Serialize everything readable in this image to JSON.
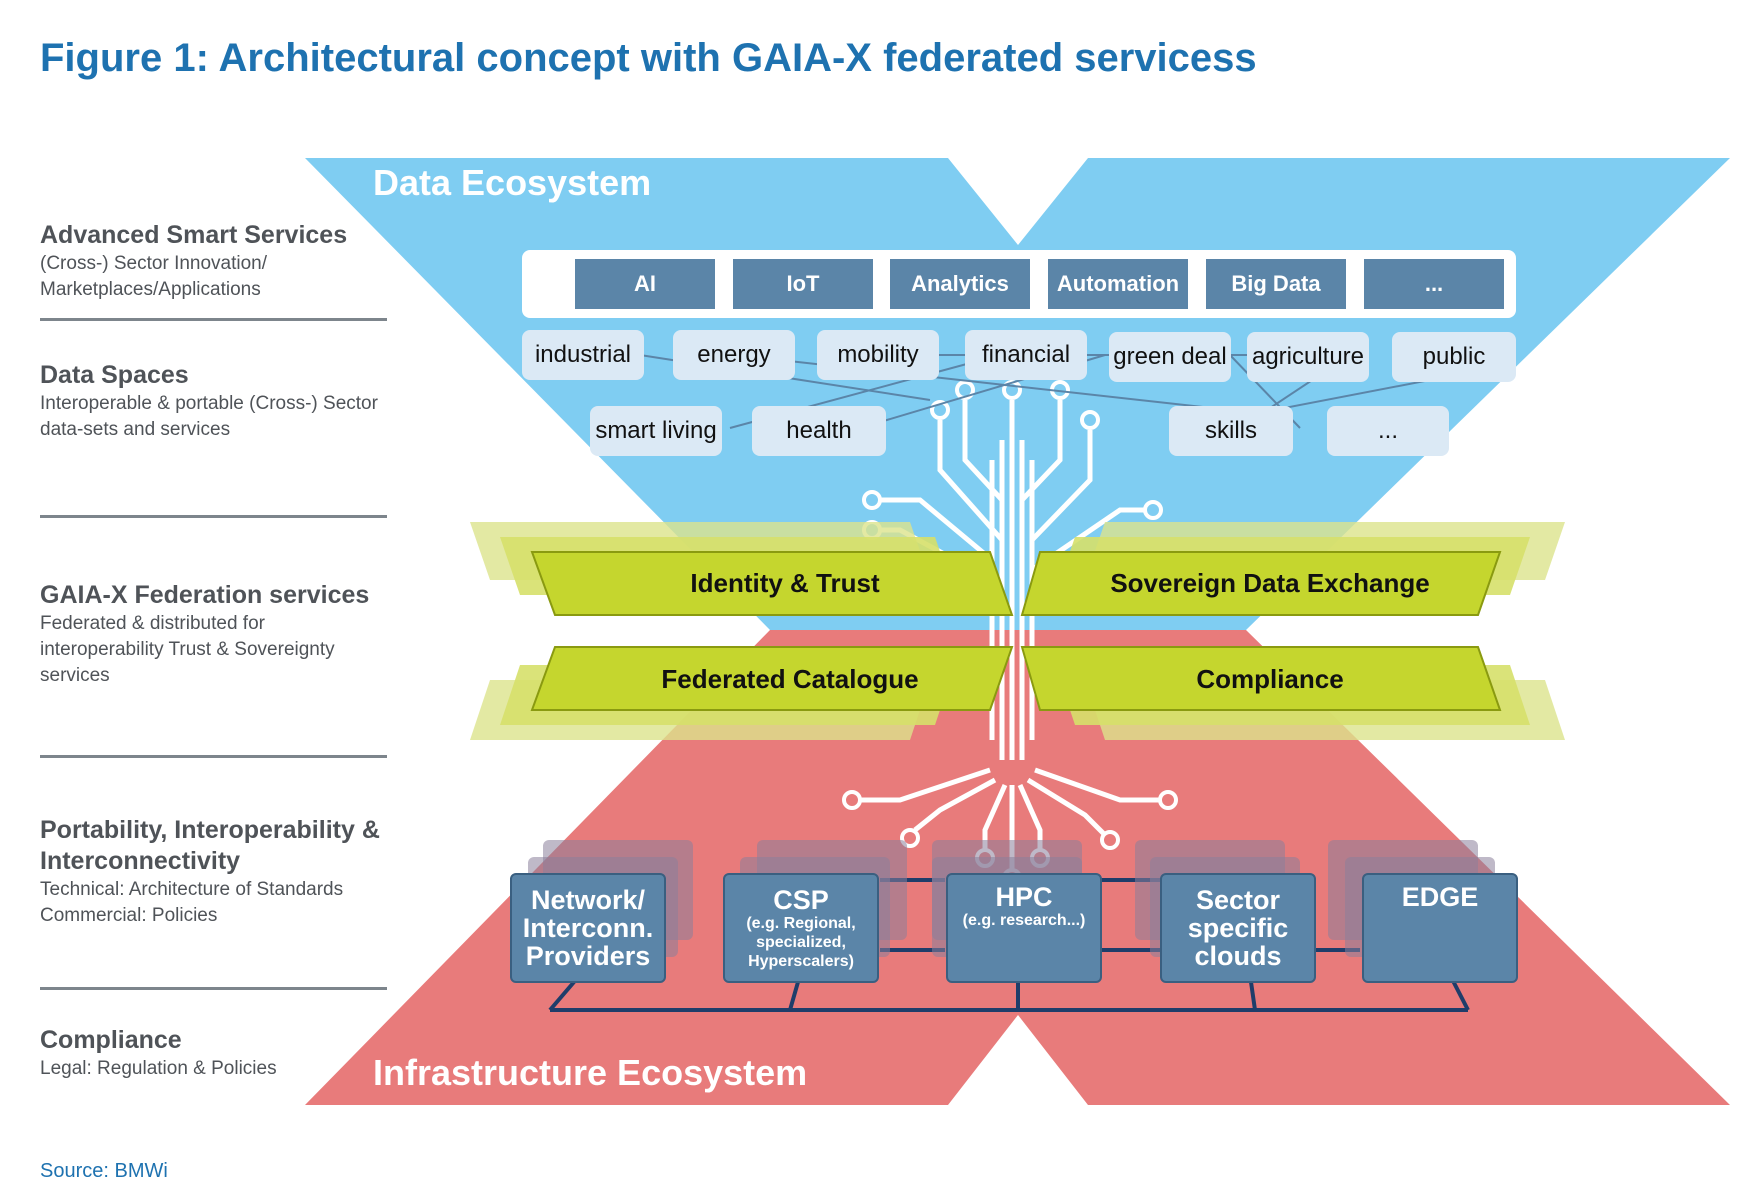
{
  "title": "Figure 1: Architectural concept with GAIA-X federated servicess",
  "source": "Source: BMWi",
  "row_labels": [
    {
      "heading": "Advanced Smart Services",
      "sub": "(Cross-) Sector Innovation/\nMarketplaces/Applications"
    },
    {
      "heading": "Data Spaces",
      "sub": "Interoperable & portable (Cross-) Sector\ndata-sets and services"
    },
    {
      "heading": "GAIA-X Federation services",
      "sub": "Federated & distributed for\ninteroperability Trust & Sovereignty\nservices"
    },
    {
      "heading": "Portability, Interoperability &\nInterconnectivity",
      "sub": "Technical: Architecture of Standards\nCommercial: Policies"
    },
    {
      "heading": "Compliance",
      "sub": "Legal: Regulation & Policies"
    }
  ],
  "data_ecosystem_label": "Data Ecosystem",
  "infrastructure_ecosystem_label": "Infrastructure Ecosystem",
  "smart_services": [
    "AI",
    "IoT",
    "Analytics",
    "Automation",
    "Big Data",
    "..."
  ],
  "data_spaces_row1": [
    "industrial",
    "energy",
    "mobility",
    "financial",
    "green deal",
    "agriculture",
    "public"
  ],
  "data_spaces_row2": [
    "smart living",
    "health",
    "skills",
    "..."
  ],
  "federation_services": [
    "Identity & Trust",
    "Sovereign Data Exchange",
    "Federated Catalogue",
    "Compliance"
  ],
  "infrastructure": [
    {
      "name": "Network/\nInterconn.\nProviders",
      "detail": ""
    },
    {
      "name": "CSP",
      "detail": "(e.g. Regional,\nspecialized,\nHyperscalers)"
    },
    {
      "name": "HPC",
      "detail": "(e.g. research...)"
    },
    {
      "name": "Sector\nspecific\nclouds",
      "detail": ""
    },
    {
      "name": "EDGE",
      "detail": ""
    }
  ],
  "icons": [
    "person-icon",
    "factory-icon"
  ],
  "colors": {
    "title_blue": "#1e72b0",
    "data_ecosystem": "#7fcdf2",
    "infrastructure_ecosystem": "#e87b7b",
    "federation_band": "#c5d62e",
    "service_box": "#5b85a8",
    "data_space_pill": "#dbe9f5"
  }
}
